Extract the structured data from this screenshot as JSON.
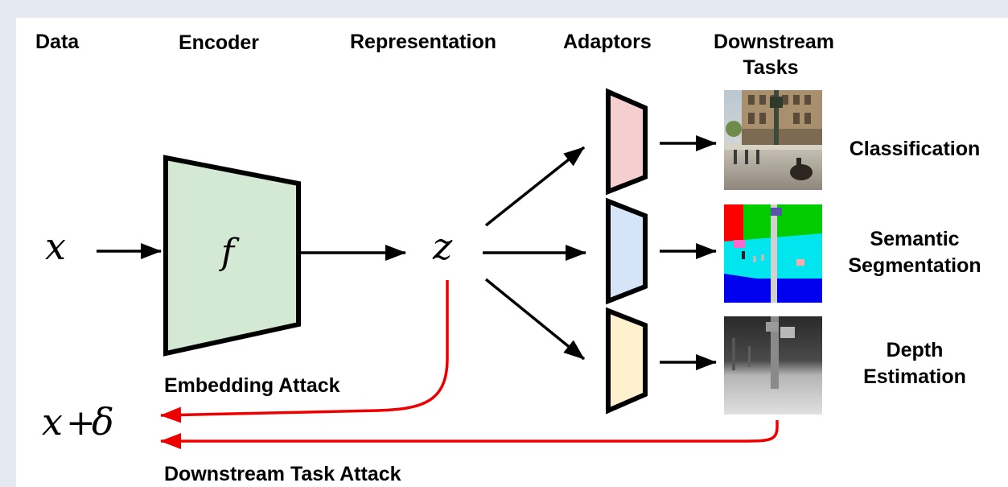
{
  "headers": {
    "data": "Data",
    "encoder": "Encoder",
    "representation": "Representation",
    "adaptors": "Adaptors",
    "downstream_line1": "Downstream",
    "downstream_line2": "Tasks"
  },
  "symbols": {
    "input": "x",
    "encoder_fn": "f",
    "representation": "z",
    "perturbed_base": "x",
    "perturbed_plus": "+",
    "perturbed_delta": "δ"
  },
  "tasks": [
    {
      "line1": "Classification",
      "line2": ""
    },
    {
      "line1": "Semantic",
      "line2": "Segmentation"
    },
    {
      "line1": "Depth",
      "line2": "Estimation"
    }
  ],
  "attacks": {
    "embedding": "Embedding Attack",
    "downstream": "Downstream Task Attack"
  },
  "colors": {
    "encoder_fill": "#d4e9d4",
    "adaptor_classification": "#f5cfcf",
    "adaptor_segmentation": "#d6e4f7",
    "adaptor_depth": "#fdf0cc",
    "attack_arrow": "#ee0000",
    "background": "#e4e9f2"
  }
}
